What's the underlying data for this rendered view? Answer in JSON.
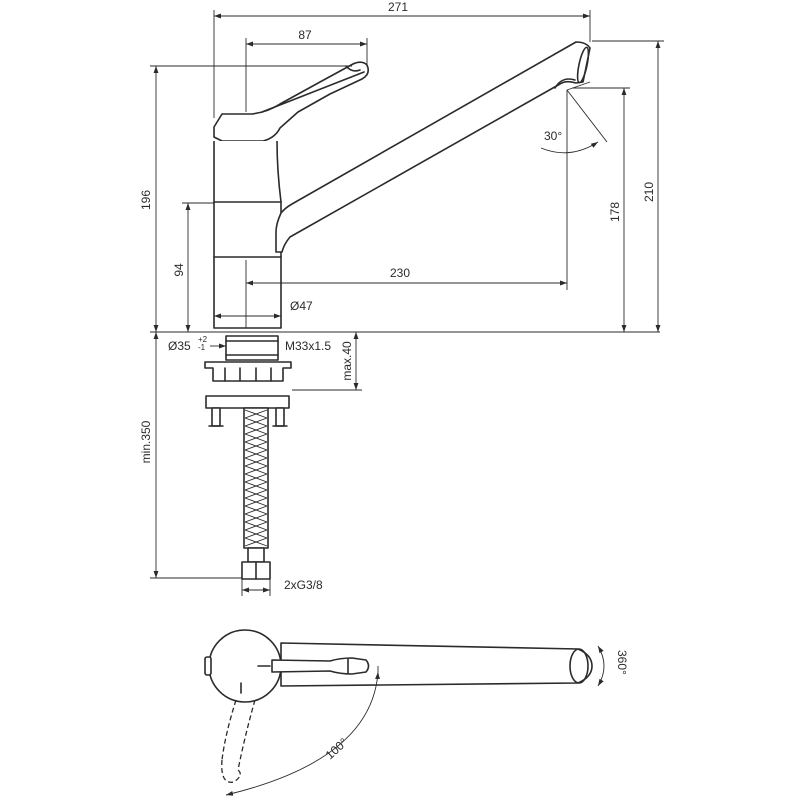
{
  "dimensions": {
    "overall_width": "271",
    "lever_reach": "87",
    "overall_height": "196",
    "spout_height": "178",
    "total_height": "210",
    "body_height": "94",
    "spout_reach": "230",
    "body_diameter": "Ø47",
    "hole_diameter": "Ø35",
    "hole_tol_upper": "+2",
    "hole_tol_lower": "-1",
    "thread": "M33x1.5",
    "deck_thickness": "max.40",
    "hose_length": "min.350",
    "hose_connection": "2xG3/8",
    "spout_angle": "30°",
    "lever_swing": "100°",
    "spout_rotation": "360°"
  }
}
